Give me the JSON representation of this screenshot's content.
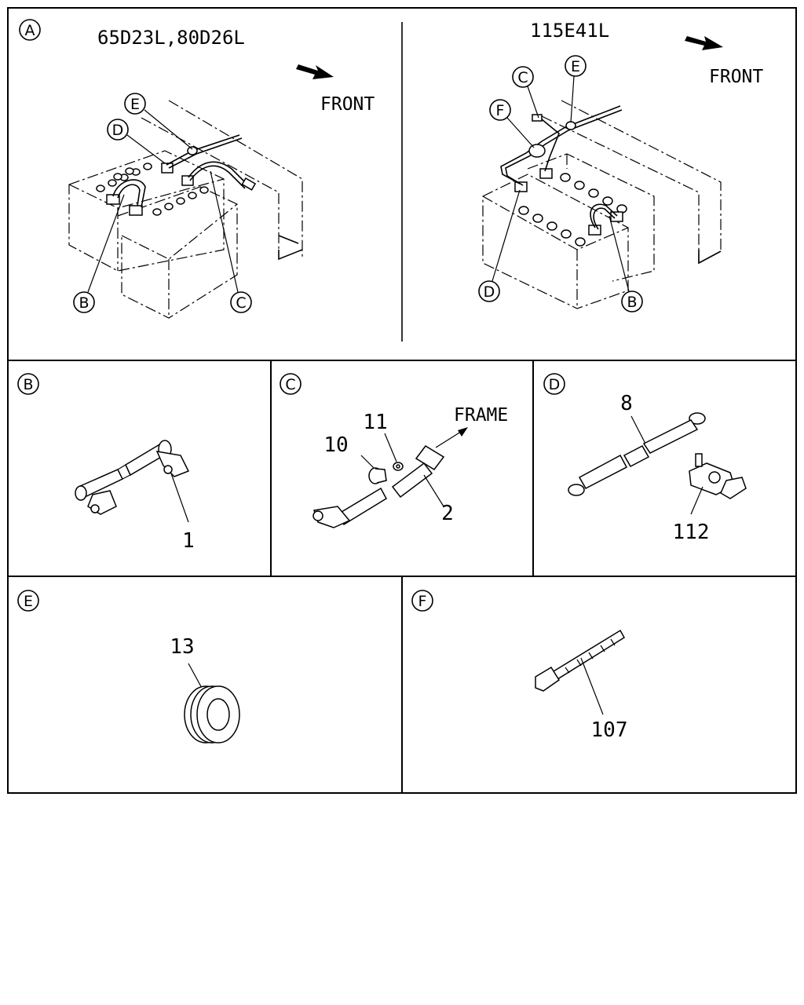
{
  "panel_a": {
    "tag": "A",
    "left_title": "65D23L,80D26L",
    "right_title": "115E41L",
    "front_left": "FRONT",
    "front_right": "FRONT",
    "left_callouts": {
      "e": "E",
      "d": "D",
      "b": "B",
      "c": "C"
    },
    "right_callouts": {
      "c": "C",
      "e": "E",
      "f": "F",
      "d": "D",
      "b": "B"
    }
  },
  "panel_b": {
    "tag": "B",
    "part_1": "1"
  },
  "panel_c": {
    "tag": "C",
    "frame": "FRAME",
    "part_10": "10",
    "part_11": "11",
    "part_2": "2"
  },
  "panel_d": {
    "tag": "D",
    "part_8": "8",
    "part_112": "112"
  },
  "panel_e": {
    "tag": "E",
    "part_13": "13"
  },
  "panel_f": {
    "tag": "F",
    "part_107": "107"
  }
}
